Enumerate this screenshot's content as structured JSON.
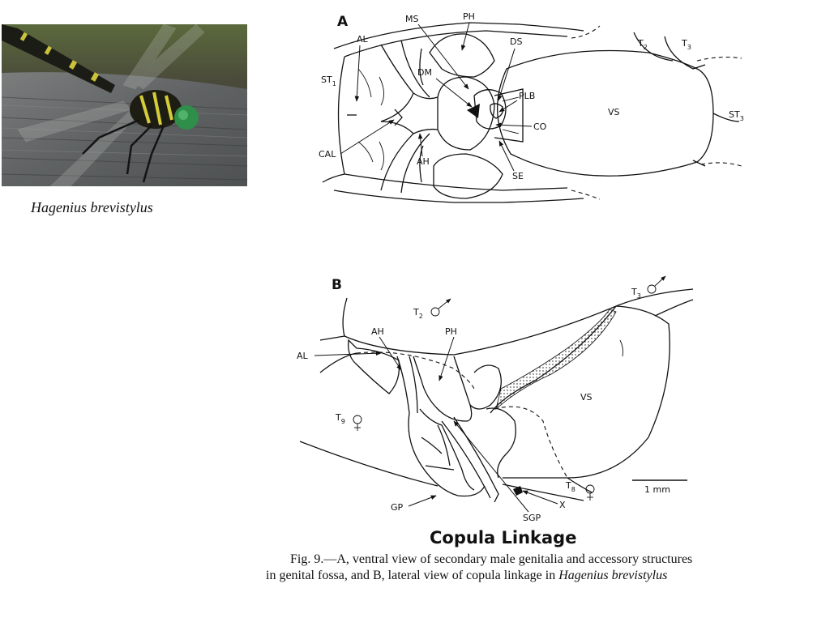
{
  "photo": {
    "caption": "Hagenius brevistylus"
  },
  "figure_a": {
    "panel_label": "A",
    "labels": {
      "ms": "MS",
      "ph": "PH",
      "al": "AL",
      "ds": "DS",
      "dm": "DM",
      "t2": "T",
      "t2_sub": "2",
      "t3": "T",
      "t3_sub": "3",
      "st1": "ST",
      "st1_sub": "1",
      "st3": "ST",
      "st3_sub": "3",
      "plb": "PLB",
      "vs": "VS",
      "co": "CO",
      "cal": "CAL",
      "ah": "AH",
      "se": "SE"
    }
  },
  "figure_b": {
    "panel_label": "B",
    "labels": {
      "t2": "T",
      "t2_sub": "2",
      "t3": "T",
      "t3_sub": "3",
      "ah": "AH",
      "ph": "PH",
      "al": "AL",
      "vs": "VS",
      "t9": "T",
      "t9_sub": "9",
      "t8": "T",
      "t8_sub": "8",
      "gp": "GP",
      "sgp": "SGP",
      "x": "X",
      "scale": "1 mm"
    }
  },
  "title": "Copula Linkage",
  "caption": {
    "line1": "Fig. 9.—A, ventral view of secondary male genitalia and accessory structures",
    "line2_pre": "in genital fossa, and B, lateral view of copula linkage in ",
    "line2_species": "Hagenius brevistylus"
  }
}
